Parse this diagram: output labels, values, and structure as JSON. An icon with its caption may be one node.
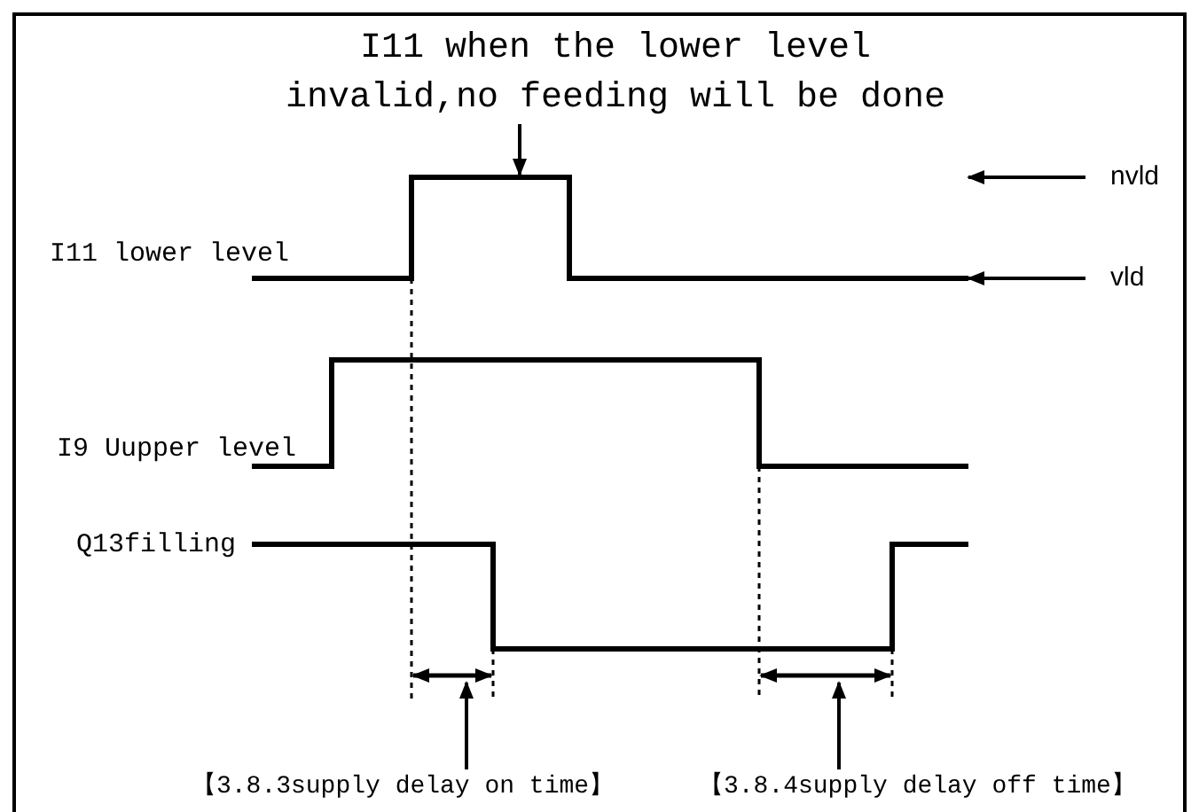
{
  "diagram": {
    "nodes": [
      {
        "text": [
          "I11 when the lower level invalid,no feeding will be done"
        ]
      },
      {
        "text": [
          "nvld"
        ]
      },
      {
        "text": [
          "vld"
        ]
      },
      {
        "text": [
          "【3.8.3supply delay on time】"
        ]
      },
      {
        "text": [
          "【3.8.4supply delay off time】"
        ]
      },
      {
        "text": [],
        "shape": "line"
      },
      {
        "text": [],
        "shape": "line"
      },
      {
        "text": [],
        "shape": "line"
      }
    ],
    "edges": [
      {
        "from": 0,
        "to": 5,
        "arrow": "to"
      },
      {
        "from": 1,
        "to": 5,
        "arrow": "to"
      },
      {
        "from": 2,
        "to": 5,
        "arrow": "to"
      },
      {
        "from": 3,
        "to": 6,
        "arrow": "to"
      },
      {
        "from": 4,
        "to": 7,
        "arrow": "to"
      }
    ],
    "labels": [
      "I11 lower level",
      "I9 Uupper level",
      "Q13filling"
    ]
  }
}
